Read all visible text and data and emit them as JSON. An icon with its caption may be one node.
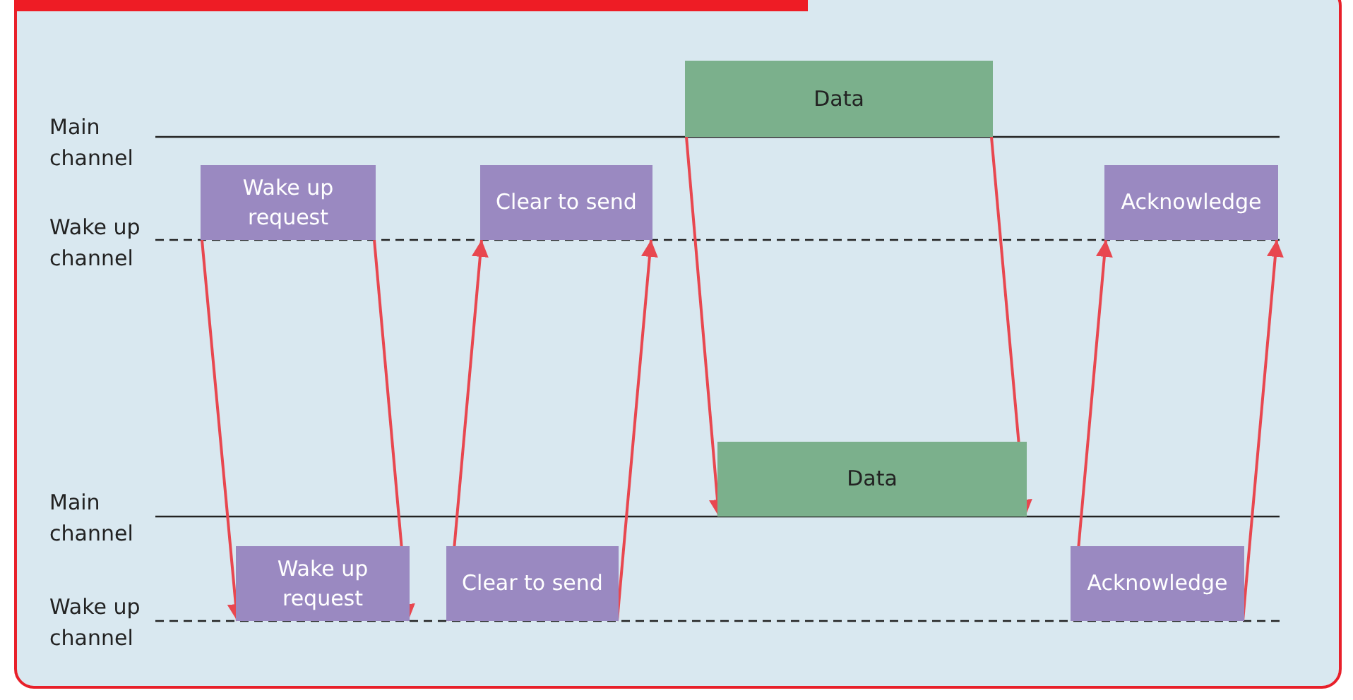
{
  "diagram": {
    "nodes": [
      {
        "text": [
          "Wake up request"
        ]
      },
      {
        "text": [
          "Clear to send"
        ]
      },
      {
        "text": [
          "Data"
        ]
      },
      {
        "text": [
          "Acknowledge"
        ]
      },
      {
        "text": [
          "Wake up request"
        ]
      },
      {
        "text": [
          "Clear to send"
        ]
      },
      {
        "text": [
          "Data"
        ]
      },
      {
        "text": [
          "Acknowledge"
        ]
      }
    ],
    "edges": [
      {
        "from": 0,
        "to": 4,
        "arrow": "to"
      },
      {
        "from": 0,
        "to": 4,
        "arrow": "to"
      },
      {
        "from": 5,
        "to": 1,
        "arrow": "to"
      },
      {
        "from": 5,
        "to": 1,
        "arrow": "to"
      },
      {
        "from": 2,
        "to": 6,
        "arrow": "to"
      },
      {
        "from": 2,
        "to": 6,
        "arrow": "to"
      },
      {
        "from": 7,
        "to": 3,
        "arrow": "to"
      },
      {
        "from": 7,
        "to": 3,
        "arrow": "to"
      }
    ],
    "labels": [
      "Main channel",
      "Wake up channel",
      "Main channel",
      "Wake up channel"
    ]
  }
}
